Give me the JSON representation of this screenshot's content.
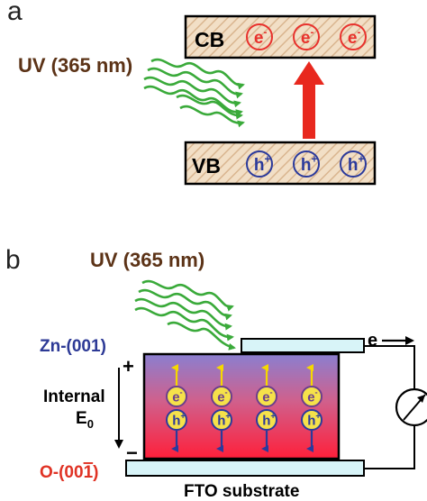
{
  "panel_a": {
    "label": "a",
    "uv_label": "UV (365 nm)",
    "cb_label": "CB",
    "vb_label": "VB",
    "electron": "e",
    "electron_sup": "-",
    "hole": "h",
    "hole_sup": "+",
    "electron_count": 3,
    "hole_count": 3
  },
  "panel_b": {
    "label": "b",
    "uv_label": "UV (365 nm)",
    "zn_face": "Zn-(001)",
    "o_face_prefix": "O-(00",
    "o_face_index": "1",
    "o_face_suffix": ")",
    "plus_sign": "+",
    "minus_sign": "−",
    "internal_label": "Internal",
    "field_symbol": "E",
    "field_subscript": "0",
    "electron": "e",
    "electron_sup": "-",
    "hole": "h",
    "hole_sup": "+",
    "pair_columns": 4,
    "wire_electron": "e",
    "substrate_label": "FTO substrate"
  },
  "colors": {
    "band_fill": "#f2dfc6",
    "hatch": "#d9b58f",
    "band_label": "#000000",
    "electron": "#e8322d",
    "hole": "#2b3a9c",
    "uv_text": "#5c3317",
    "uv_arrow": "#3aaa3a",
    "excitation_arrow": "#e8281e",
    "zn_text": "#2d3a96",
    "o_text": "#e03224",
    "crystal_top": "#8a7fd0",
    "crystal_bottom": "#ff1f3a",
    "carrier_circle": "#f5e14a",
    "fto_fill": "#d8f4f8"
  }
}
